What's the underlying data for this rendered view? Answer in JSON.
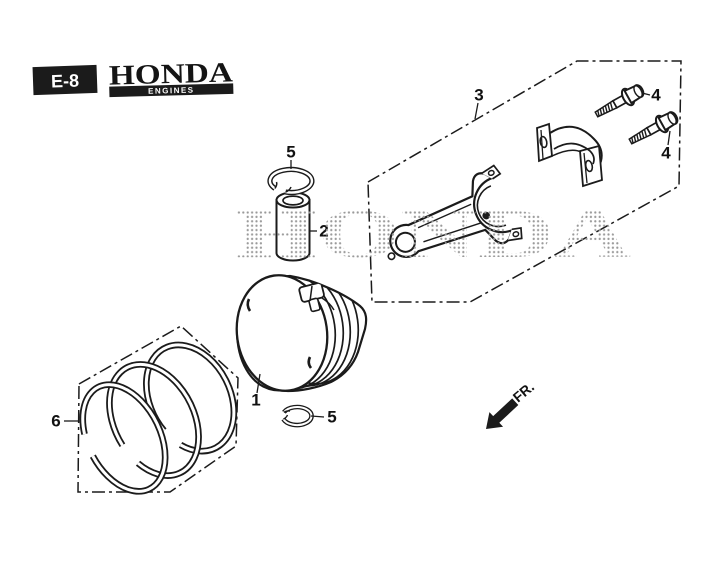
{
  "header": {
    "page_code": "E-8",
    "brand": "HONDA",
    "brand_sub": "ENGINES"
  },
  "watermark": {
    "text": "HONDA"
  },
  "direction": {
    "label": "FR."
  },
  "callouts": {
    "piston": "1",
    "piston_pin": "2",
    "connecting_rod": "3",
    "bolt_upper": "4",
    "bolt_lower": "4",
    "clip_top": "5",
    "clip_bottom": "5",
    "ring_set": "6"
  },
  "colors": {
    "background": "#ffffff",
    "line": "#1b1b1b",
    "watermark_dot": "#999999",
    "badge_bg": "#1b1b1b",
    "badge_text": "#ffffff"
  }
}
